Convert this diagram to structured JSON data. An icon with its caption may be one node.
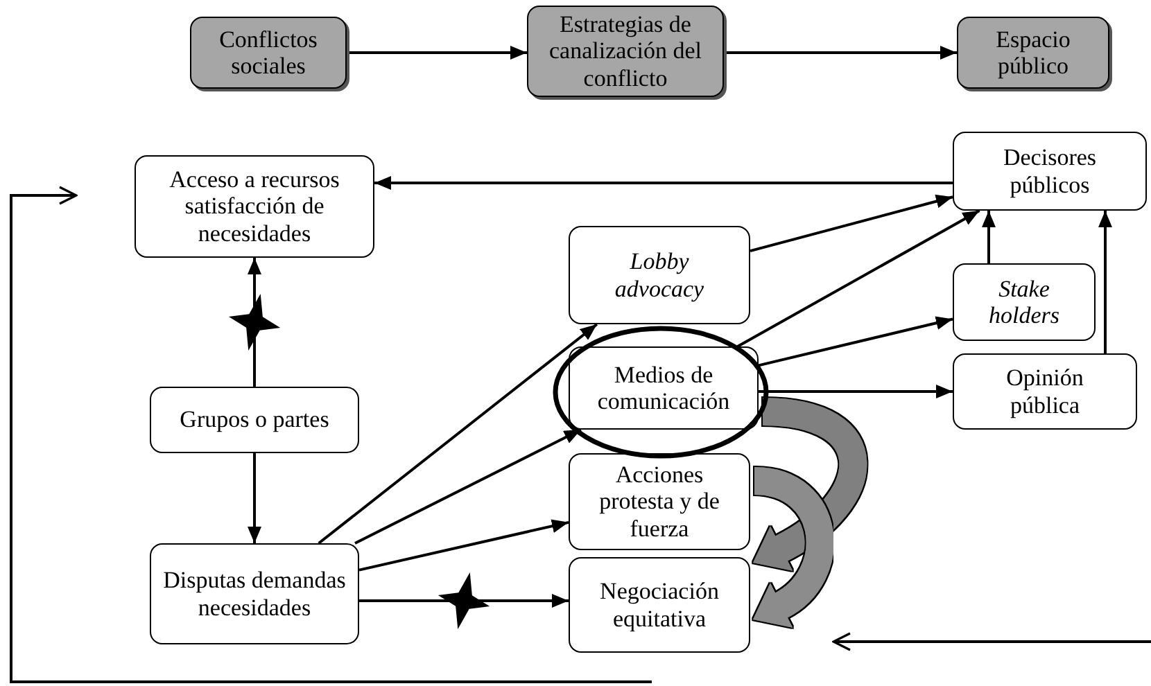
{
  "diagram": {
    "nodes": [
      {
        "text": [
          "Conflictos sociales"
        ]
      },
      {
        "text": [
          "Estrategias de canalización del conflicto"
        ]
      },
      {
        "text": [
          "Espacio público"
        ]
      },
      {
        "text": [
          "Acceso a recursos satisfacción de necesidades"
        ]
      },
      {
        "text": [
          "Decisores públicos"
        ]
      },
      {
        "text": [
          "Lobby advocacy"
        ]
      },
      {
        "text": [
          "Stake holders"
        ]
      },
      {
        "text": [
          "Grupos o partes"
        ]
      },
      {
        "text": [
          "Medios de comunicación"
        ]
      },
      {
        "text": [
          "Opinión pública"
        ]
      },
      {
        "text": [
          "Acciones protesta y de fuerza"
        ]
      },
      {
        "text": [
          "Disputas demandas necesidades"
        ]
      },
      {
        "text": [
          "Negociación equitativa"
        ]
      }
    ],
    "edges": [
      {
        "from": 0,
        "to": 1,
        "arrow": "to"
      },
      {
        "from": 1,
        "to": 2,
        "arrow": "to"
      },
      {
        "from": 4,
        "to": 3,
        "arrow": "to"
      },
      {
        "from": 7,
        "to": 3,
        "arrow": "to"
      },
      {
        "from": 7,
        "to": 11,
        "arrow": "to"
      },
      {
        "from": 11,
        "to": 5,
        "arrow": "to"
      },
      {
        "from": 11,
        "to": 8,
        "arrow": "to"
      },
      {
        "from": 11,
        "to": 10,
        "arrow": "to"
      },
      {
        "from": 11,
        "to": 12,
        "arrow": "to"
      },
      {
        "from": 5,
        "to": 4,
        "arrow": "to"
      },
      {
        "from": 8,
        "to": 4,
        "arrow": "to"
      },
      {
        "from": 8,
        "to": 6,
        "arrow": "to"
      },
      {
        "from": 8,
        "to": 9,
        "arrow": "to"
      },
      {
        "from": 6,
        "to": 4,
        "arrow": "to"
      },
      {
        "from": 9,
        "to": 4,
        "arrow": "to"
      },
      {
        "from": 8,
        "to": 12,
        "arrow": "to",
        "style": "thick",
        "color": "#808080"
      },
      {
        "from": 10,
        "to": 12,
        "arrow": "to",
        "style": "thick",
        "color": "#8c8c8c"
      },
      {
        "from": null,
        "to": 3,
        "arrow": "to"
      },
      {
        "from": null,
        "to": 12,
        "arrow": "to"
      }
    ]
  }
}
